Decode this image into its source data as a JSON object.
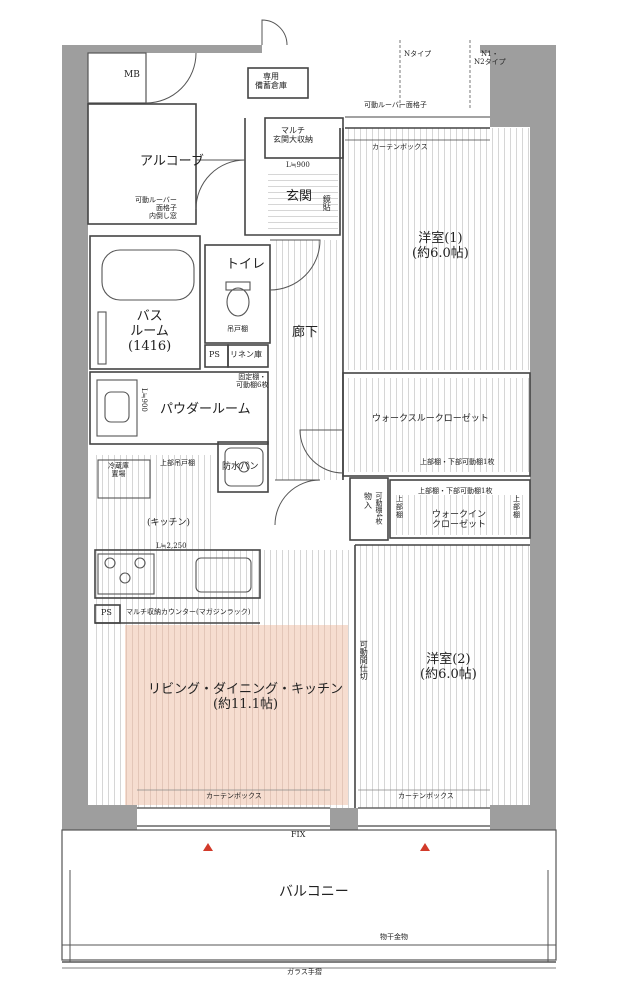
{
  "rooms": {
    "mb": "MB",
    "storage": [
      "専用",
      "備蓄倉庫"
    ],
    "multi_entry_storage": [
      "マルチ",
      "玄関大収納"
    ],
    "entry_dim": "L≒900",
    "alcove": "アルコーブ",
    "genkan": "玄関",
    "genkan_note": "鏡貼",
    "louver_window": [
      "可動ルーバー",
      "面格子",
      "内倒し窓"
    ],
    "louver_top": "可動ルーバー面格子",
    "curtain_box_top": "カーテンボックス",
    "western1": [
      "洋室(1)",
      "(約6.0帖)"
    ],
    "toilet": "トイレ",
    "toilet_shelf": "吊戸棚",
    "hallway": "廊下",
    "bath": [
      "バス",
      "ルーム",
      "(1416)"
    ],
    "ps": "PS",
    "linen": "リネン庫",
    "linen_note": [
      "固定棚・",
      "可動棚6枚"
    ],
    "powder": "パウダールーム",
    "powder_dim": "L≒900",
    "wic_walkthrough": "ウォークスルークローゼット",
    "wic_shelf": "上部棚・下部可動棚1枚",
    "fridge": [
      "冷蔵庫",
      "置場"
    ],
    "upper_cabinet": "上部吊戸棚",
    "waterproof_pan": "防水パン",
    "kitchen": "(キッチン)",
    "kitchen_dim": "L≒2,250",
    "storage_in": [
      "物",
      "入"
    ],
    "movable_shelf": "可動棚4枚",
    "upper_shelf_left": [
      "上",
      "部",
      "棚"
    ],
    "upper_shelf_right": [
      "上",
      "部",
      "棚"
    ],
    "wic_shelf2": "上部棚・下部可動棚1枚",
    "walkin": [
      "ウォークイン",
      "クローゼット"
    ],
    "ps2": "PS",
    "multi_counter": "マルチ収納カウンター(マガジンラック)",
    "movable_partition": "可動間仕切",
    "ldk": [
      "リビング・ダイニング・キッチン",
      "(約11.1帖)"
    ],
    "western2": [
      "洋室(2)",
      "(約6.0帖)"
    ],
    "curtain_box_ldk": "カーテンボックス",
    "curtain_box_w2": "カーテンボックス",
    "fix": "FIX",
    "balcony": "バルコニー",
    "clothes_hanger": "物干金物",
    "glass_rail": "ガラス手摺",
    "type_n": "Nタイプ",
    "type_n1n2": [
      "N1・",
      "N2タイプ"
    ]
  },
  "colors": {
    "wall": "#9a9a9a",
    "line": "#555555",
    "floor_stripe": "#bdbdbd",
    "ldk_fill": "#f6ddd0",
    "vent_marker": "#d23a2a"
  }
}
